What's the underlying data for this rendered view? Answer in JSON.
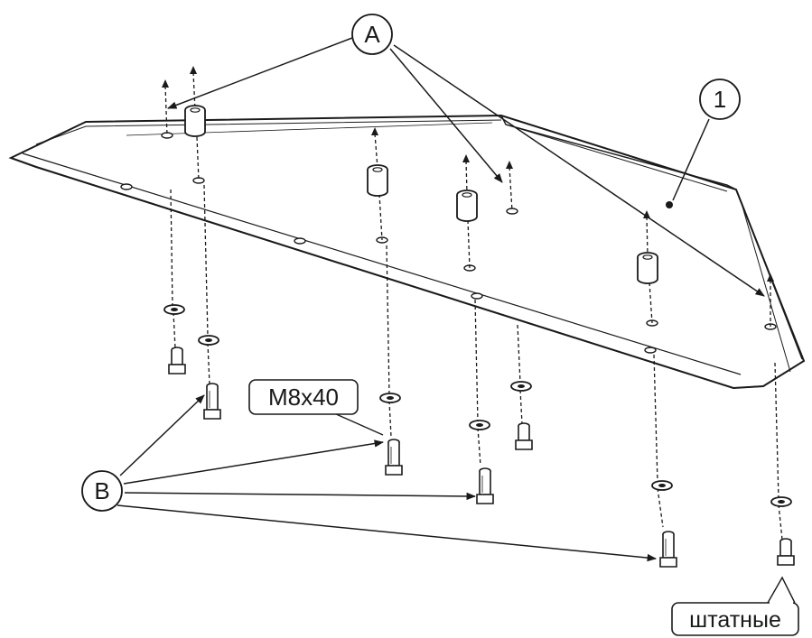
{
  "labels": {
    "a": "A",
    "b": "B",
    "part": "1",
    "bolt_size": "M8x40",
    "standard_note": "штатные"
  },
  "colors": {
    "line": "#1a1a1a",
    "plate_fill": "#ffffff",
    "background": "#ffffff"
  }
}
